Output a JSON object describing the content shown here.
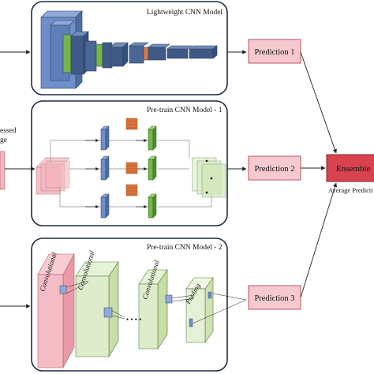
{
  "models": {
    "lightweight": {
      "title": "Lightweight CNN Model"
    },
    "pretrain1": {
      "title": "Pre-train CNN Model  - 1"
    },
    "pretrain2": {
      "title": "Pre-train CNN Model  - 2",
      "layer_labels": [
        "Convolutional",
        "Convolutional",
        "Convolutional",
        "Pooling"
      ],
      "ellipsis": "• • • •"
    }
  },
  "input": {
    "label_line1": "essed",
    "label_line2": "ge"
  },
  "predictions": [
    "Prediction 1",
    "Prediction 2",
    "Prediction 3"
  ],
  "ensemble": {
    "label": "Ensemble",
    "caption": "Average Predicti"
  },
  "colors": {
    "panel_border": "#1f2a44",
    "prediction_fill": "#f6c9cf",
    "prediction_border": "#b7566a",
    "ensemble_fill": "#d9434f",
    "blue_layer": "#6f8fc8",
    "navy_layer": "#3f5a86",
    "green_layer": "#74b64a",
    "orange_block": "#e0793c",
    "pink_layer": "#f3b6bf",
    "light_green_layer": "#dcebc7"
  }
}
